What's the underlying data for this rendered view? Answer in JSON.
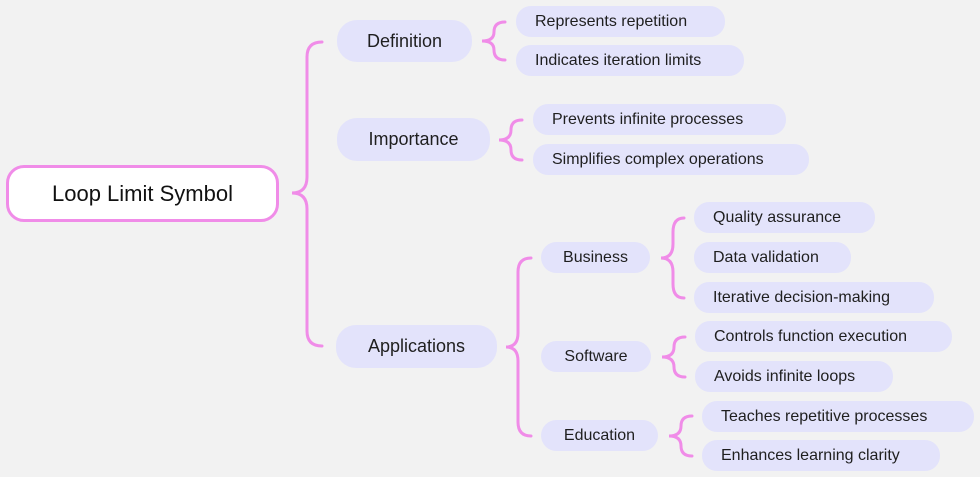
{
  "root": "Loop Limit Symbol",
  "definition": {
    "label": "Definition",
    "items": [
      "Represents repetition",
      "Indicates iteration limits"
    ]
  },
  "importance": {
    "label": "Importance",
    "items": [
      "Prevents infinite processes",
      "Simplifies complex operations"
    ]
  },
  "applications": {
    "label": "Applications",
    "business": {
      "label": "Business",
      "items": [
        "Quality assurance",
        "Data validation",
        "Iterative decision-making"
      ]
    },
    "software": {
      "label": "Software",
      "items": [
        "Controls function execution",
        "Avoids infinite loops"
      ]
    },
    "education": {
      "label": "Education",
      "items": [
        "Teaches repetitive processes",
        "Enhances learning clarity"
      ]
    }
  },
  "colors": {
    "connector": "#f08ce8",
    "node_fill": "#e3e3fb",
    "root_border": "#f08ce8",
    "background": "#f2f2f2"
  }
}
